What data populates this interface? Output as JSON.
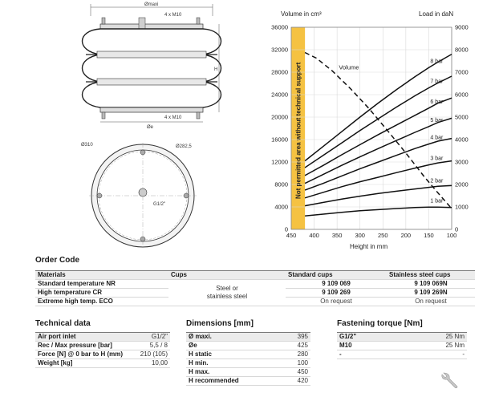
{
  "drawing": {
    "side_labels": {
      "omaxi": "Ømaxi",
      "thread_top": "4 x M10",
      "thread_bottom": "4 x M10",
      "height": "H",
      "oe": "Øe"
    },
    "top_labels": {
      "d310": "Ø310",
      "d282": "Ø282,5",
      "port": "G1/2\""
    }
  },
  "chart_data": {
    "type": "line",
    "y_left_label": "Volume in cm³",
    "y_right_label": "Load in daN",
    "x_label": "Height in mm",
    "x_ticks": [
      "450",
      "400",
      "350",
      "300",
      "250",
      "200",
      "150",
      "100"
    ],
    "y_left_ticks": [
      "36000",
      "32000",
      "28000",
      "24000",
      "20000",
      "16000",
      "12000",
      "8000",
      "4000",
      "0"
    ],
    "y_right_ticks": [
      "9000",
      "8000",
      "7000",
      "6000",
      "5000",
      "4000",
      "3000",
      "2000",
      "1000",
      "0"
    ],
    "x_range": [
      450,
      100
    ],
    "y_left_range": [
      0,
      36000
    ],
    "y_right_range": [
      0,
      9000
    ],
    "forbidden_zone": {
      "label": "Not permitted area without technical support",
      "from": 450,
      "to": 420
    },
    "volume_series": {
      "name": "Volume",
      "x": [
        420,
        395,
        360,
        320,
        280,
        240,
        200,
        160,
        130,
        100
      ],
      "y": [
        31500,
        30500,
        28200,
        25000,
        21500,
        17600,
        13600,
        9400,
        6500,
        3700
      ]
    },
    "load_series": [
      {
        "name": "1 bar",
        "x": [
          420,
          380,
          340,
          300,
          260,
          220,
          180,
          150,
          130,
          100
        ],
        "y": [
          600,
          680,
          760,
          830,
          880,
          930,
          970,
          990,
          990,
          970
        ]
      },
      {
        "name": "2 bar",
        "x": [
          420,
          380,
          340,
          300,
          260,
          220,
          180,
          150,
          130,
          100
        ],
        "y": [
          1050,
          1200,
          1350,
          1480,
          1600,
          1700,
          1800,
          1870,
          1920,
          1950
        ]
      },
      {
        "name": "3 bar",
        "x": [
          420,
          380,
          340,
          300,
          260,
          220,
          180,
          150,
          130,
          100
        ],
        "y": [
          1400,
          1650,
          1900,
          2120,
          2320,
          2530,
          2730,
          2870,
          2960,
          3050
        ]
      },
      {
        "name": "4 bar",
        "x": [
          420,
          380,
          340,
          300,
          260,
          220,
          180,
          150,
          130,
          100
        ],
        "y": [
          1750,
          2050,
          2380,
          2700,
          3000,
          3300,
          3600,
          3800,
          3930,
          4050
        ]
      },
      {
        "name": "5 bar",
        "x": [
          420,
          380,
          340,
          300,
          260,
          220,
          180,
          150,
          130,
          100
        ],
        "y": [
          2050,
          2450,
          2850,
          3230,
          3600,
          3960,
          4320,
          4580,
          4760,
          4950
        ]
      },
      {
        "name": "6 bar",
        "x": [
          420,
          380,
          340,
          300,
          260,
          220,
          180,
          150,
          130,
          100
        ],
        "y": [
          2400,
          2850,
          3320,
          3770,
          4220,
          4650,
          5080,
          5400,
          5620,
          5850
        ]
      },
      {
        "name": "7 bar",
        "x": [
          420,
          380,
          340,
          300,
          260,
          220,
          180,
          150,
          130,
          100
        ],
        "y": [
          2750,
          3300,
          3850,
          4400,
          4930,
          5450,
          5950,
          6300,
          6520,
          6820
        ]
      },
      {
        "name": "8 bar",
        "x": [
          420,
          380,
          340,
          300,
          260,
          220,
          180,
          150,
          130,
          100
        ],
        "y": [
          3050,
          3700,
          4350,
          5000,
          5630,
          6230,
          6800,
          7200,
          7450,
          7800
        ]
      }
    ]
  },
  "order_code": {
    "title": "Order Code",
    "headers": [
      "Materials",
      "Cups",
      "Standard cups",
      "Stainless steel cups"
    ],
    "rows": [
      {
        "material": "Standard temperature NR",
        "standard": "9 109 069",
        "stainless": "9 109 069N"
      },
      {
        "material": "High temperature CR",
        "standard": "9 109 269",
        "stainless": "9 109 269N"
      },
      {
        "material": "Extreme high temp. ECO",
        "standard": "On request",
        "stainless": "On request"
      }
    ],
    "cups_line1": "Steel or",
    "cups_line2": "stainless steel"
  },
  "technical": {
    "title": "Technical data",
    "rows": [
      {
        "label": "Air port inlet",
        "value": "G1/2\""
      },
      {
        "label": "Rec / Max pressure [bar]",
        "value": "5,5 / 8"
      },
      {
        "label": "Force [N] @ 0 bar to H (mm)",
        "value": "210 (105)"
      },
      {
        "label": "Weight [kg]",
        "value": "10,00"
      }
    ]
  },
  "dimensions": {
    "title": "Dimensions [mm]",
    "rows": [
      {
        "label": "Ø maxi.",
        "value": "395"
      },
      {
        "label": "Øe",
        "value": "425"
      },
      {
        "label": "H static",
        "value": "280"
      },
      {
        "label": "H min.",
        "value": "100"
      },
      {
        "label": "H max.",
        "value": "450"
      },
      {
        "label": "H recommended",
        "value": "420"
      }
    ]
  },
  "torque": {
    "title": "Fastening torque [Nm]",
    "rows": [
      {
        "label": "G1/2\"",
        "value": "25 Nm"
      },
      {
        "label": "M10",
        "value": "25 Nm"
      },
      {
        "label": "-",
        "value": "-"
      }
    ]
  },
  "colors": {
    "accent": "#f5c242",
    "line": "#111111"
  }
}
